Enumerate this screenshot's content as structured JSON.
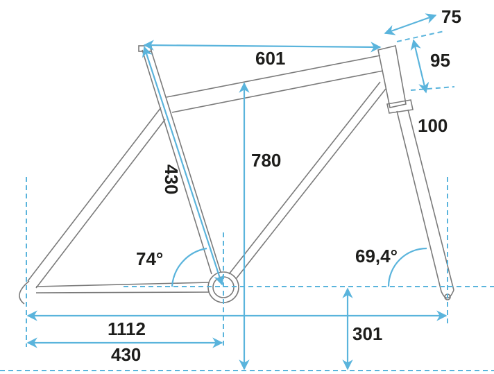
{
  "diagram": {
    "type": "bicycle-frame-geometry",
    "colors": {
      "dimension": "#5ab4dc",
      "frame": "#7a7a7a",
      "text": "#1d1d1b"
    },
    "labels": {
      "head_tube_top": "75",
      "head_tube_length": "95",
      "fork_length": "100",
      "top_tube": "601",
      "seat_tube": "430",
      "stack": "780",
      "seat_angle": "74°",
      "head_angle": "69,4°",
      "wheelbase": "1112",
      "chainstay": "430",
      "bb_height": "301"
    }
  }
}
